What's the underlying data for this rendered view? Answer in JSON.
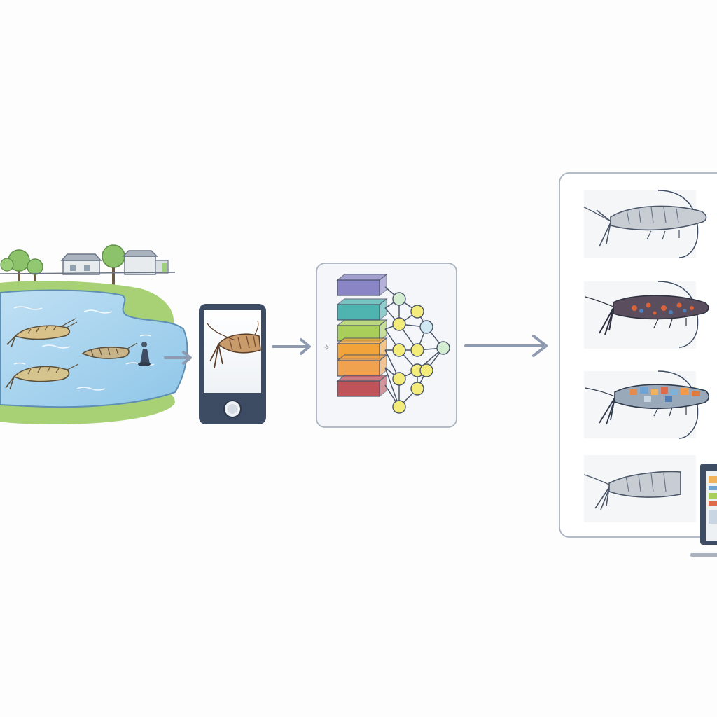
{
  "diagram": {
    "stages": [
      {
        "id": "pond",
        "icon": "pond-with-shrimp-illustration"
      },
      {
        "id": "smartphone",
        "icon": "smartphone-camera-icon"
      },
      {
        "id": "neural-network",
        "icon": "neural-network-model-icon"
      },
      {
        "id": "results",
        "icon": "classified-shrimp-results-panel"
      }
    ],
    "results_panel": {
      "items": [
        {
          "id": "shrimp-gray",
          "icon": "shrimp-gray-icon"
        },
        {
          "id": "shrimp-dark-spotted",
          "icon": "shrimp-dark-spotted-icon"
        },
        {
          "id": "shrimp-colorful",
          "icon": "shrimp-colorful-icon"
        },
        {
          "id": "shrimp-gray-cropped",
          "icon": "shrimp-gray-cropped-icon"
        }
      ]
    },
    "colors": {
      "arrow": "#8e9aaf",
      "frame": "#aab2c0",
      "phone": "#3d4b63",
      "water": "#a6d3ee",
      "grass": "#9ccc6a",
      "layers": [
        "#8a85c4",
        "#4fb3b0",
        "#a9cf5a",
        "#f2a33a",
        "#f0a24e",
        "#c0525a"
      ],
      "nodes": [
        "#d4ecd0",
        "#f3ec7a",
        "#cfe8f2",
        "#f0ea78",
        "#f5f08a"
      ]
    }
  }
}
